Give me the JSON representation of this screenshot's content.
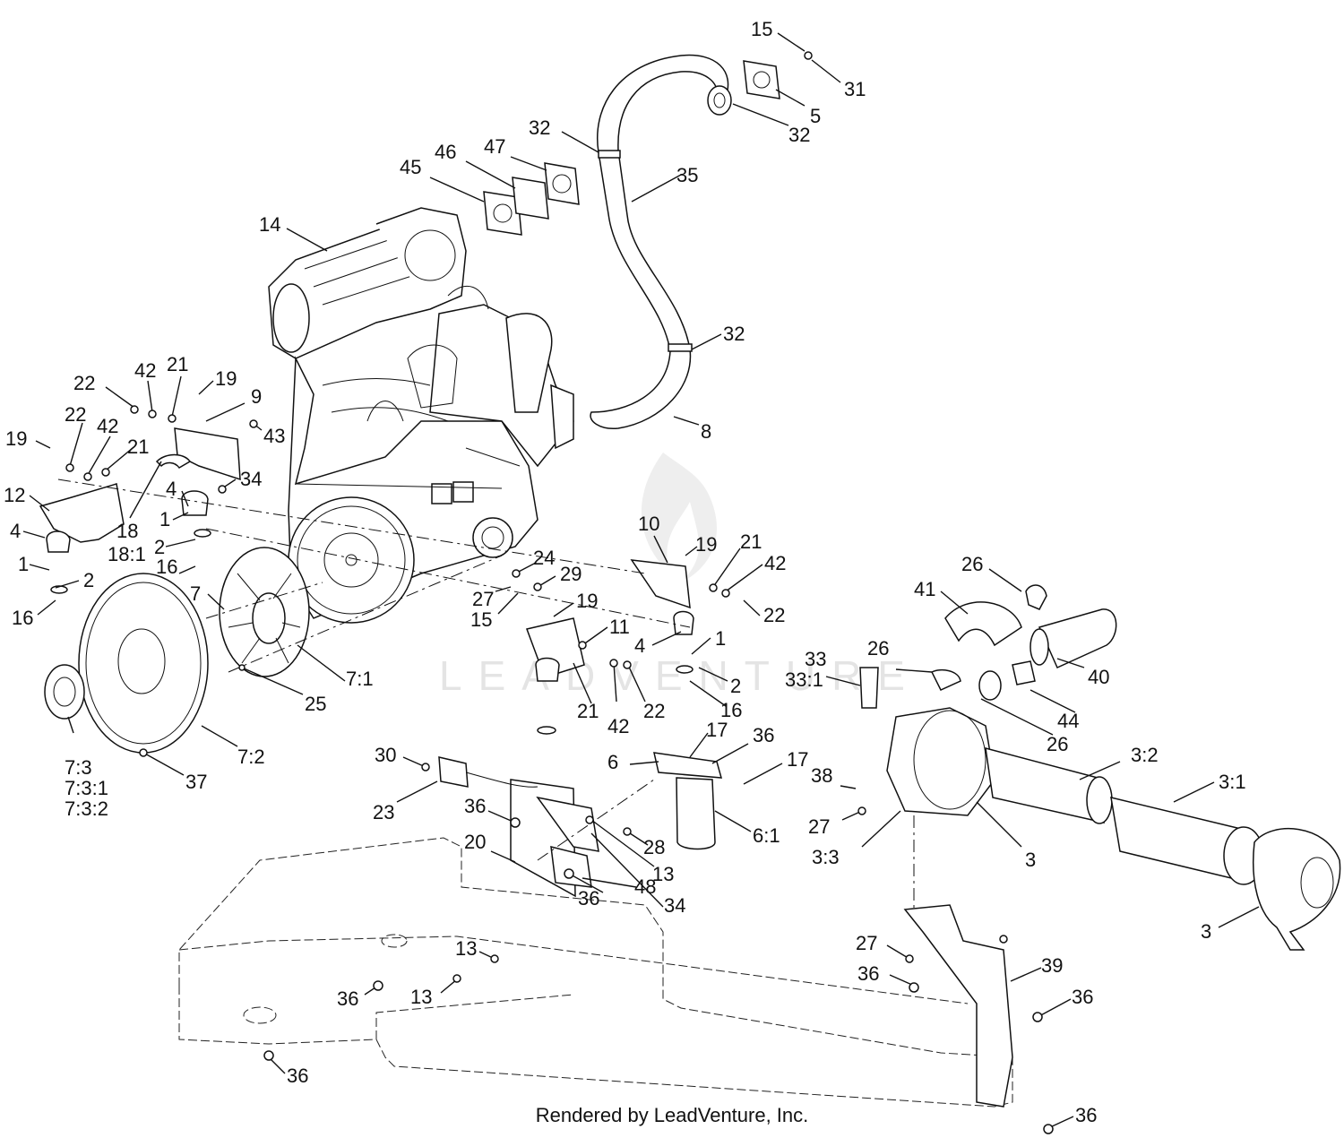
{
  "watermark": "LEADVENTURE",
  "footer": "Rendered by LeadVenture, Inc.",
  "callouts": [
    {
      "id": "c01",
      "text": "15"
    },
    {
      "id": "c02",
      "text": "31"
    },
    {
      "id": "c03",
      "text": "5"
    },
    {
      "id": "c04",
      "text": "32"
    },
    {
      "id": "c05",
      "text": "32"
    },
    {
      "id": "c06",
      "text": "35"
    },
    {
      "id": "c07",
      "text": "47"
    },
    {
      "id": "c08",
      "text": "46"
    },
    {
      "id": "c09",
      "text": "45"
    },
    {
      "id": "c10",
      "text": "14"
    },
    {
      "id": "c11",
      "text": "32"
    },
    {
      "id": "c12",
      "text": "8"
    },
    {
      "id": "c13",
      "text": "22"
    },
    {
      "id": "c14",
      "text": "42"
    },
    {
      "id": "c15",
      "text": "21"
    },
    {
      "id": "c16",
      "text": "19"
    },
    {
      "id": "c17",
      "text": "9"
    },
    {
      "id": "c18",
      "text": "43"
    },
    {
      "id": "c19",
      "text": "19"
    },
    {
      "id": "c20",
      "text": "22"
    },
    {
      "id": "c21",
      "text": "42"
    },
    {
      "id": "c22",
      "text": "21"
    },
    {
      "id": "c23",
      "text": "12"
    },
    {
      "id": "c24",
      "text": "34"
    },
    {
      "id": "c25",
      "text": "4"
    },
    {
      "id": "c26",
      "text": "18"
    },
    {
      "id": "c27",
      "text": "18:1"
    },
    {
      "id": "c28",
      "text": "1"
    },
    {
      "id": "c29",
      "text": "4"
    },
    {
      "id": "c30",
      "text": "2"
    },
    {
      "id": "c31",
      "text": "16"
    },
    {
      "id": "c32",
      "text": "1"
    },
    {
      "id": "c33",
      "text": "2"
    },
    {
      "id": "c34",
      "text": "16"
    },
    {
      "id": "c35",
      "text": "7"
    },
    {
      "id": "c36",
      "text": "24"
    },
    {
      "id": "c37",
      "text": "29"
    },
    {
      "id": "c38",
      "text": "27"
    },
    {
      "id": "c39",
      "text": "15"
    },
    {
      "id": "c40",
      "text": "10"
    },
    {
      "id": "c41",
      "text": "19"
    },
    {
      "id": "c42",
      "text": "21"
    },
    {
      "id": "c43",
      "text": "42"
    },
    {
      "id": "c44",
      "text": "22"
    },
    {
      "id": "c45",
      "text": "26"
    },
    {
      "id": "c46",
      "text": "41"
    },
    {
      "id": "c47",
      "text": "19"
    },
    {
      "id": "c48",
      "text": "11"
    },
    {
      "id": "c49",
      "text": "4"
    },
    {
      "id": "c50",
      "text": "1"
    },
    {
      "id": "c51",
      "text": "2"
    },
    {
      "id": "c52",
      "text": "16"
    },
    {
      "id": "c53",
      "text": "21"
    },
    {
      "id": "c54",
      "text": "42"
    },
    {
      "id": "c55",
      "text": "22"
    },
    {
      "id": "c56",
      "text": "7:1"
    },
    {
      "id": "c57",
      "text": "25"
    },
    {
      "id": "c58",
      "text": "33"
    },
    {
      "id": "c59",
      "text": "33:1"
    },
    {
      "id": "c60",
      "text": "26"
    },
    {
      "id": "c61",
      "text": "40"
    },
    {
      "id": "c62",
      "text": "44"
    },
    {
      "id": "c63",
      "text": "26"
    },
    {
      "id": "c64",
      "text": "7:3"
    },
    {
      "id": "c65",
      "text": "7:3:1"
    },
    {
      "id": "c66",
      "text": "7:3:2"
    },
    {
      "id": "c67",
      "text": "37"
    },
    {
      "id": "c68",
      "text": "7:2"
    },
    {
      "id": "c69",
      "text": "30"
    },
    {
      "id": "c70",
      "text": "17"
    },
    {
      "id": "c71",
      "text": "36"
    },
    {
      "id": "c72",
      "text": "6"
    },
    {
      "id": "c73",
      "text": "17"
    },
    {
      "id": "c74",
      "text": "38"
    },
    {
      "id": "c75",
      "text": "3:2"
    },
    {
      "id": "c76",
      "text": "3:1"
    },
    {
      "id": "c77",
      "text": "23"
    },
    {
      "id": "c78",
      "text": "36"
    },
    {
      "id": "c79",
      "text": "20"
    },
    {
      "id": "c80",
      "text": "28"
    },
    {
      "id": "c81",
      "text": "13"
    },
    {
      "id": "c82",
      "text": "48"
    },
    {
      "id": "c83",
      "text": "36"
    },
    {
      "id": "c84",
      "text": "34"
    },
    {
      "id": "c85",
      "text": "6:1"
    },
    {
      "id": "c86",
      "text": "27"
    },
    {
      "id": "c87",
      "text": "3:3"
    },
    {
      "id": "c88",
      "text": "3"
    },
    {
      "id": "c89",
      "text": "3"
    },
    {
      "id": "c90",
      "text": "27"
    },
    {
      "id": "c91",
      "text": "36"
    },
    {
      "id": "c92",
      "text": "39"
    },
    {
      "id": "c93",
      "text": "36"
    },
    {
      "id": "c94",
      "text": "13"
    },
    {
      "id": "c95",
      "text": "36"
    },
    {
      "id": "c96",
      "text": "13"
    },
    {
      "id": "c97",
      "text": "36"
    },
    {
      "id": "c98",
      "text": "36"
    }
  ]
}
